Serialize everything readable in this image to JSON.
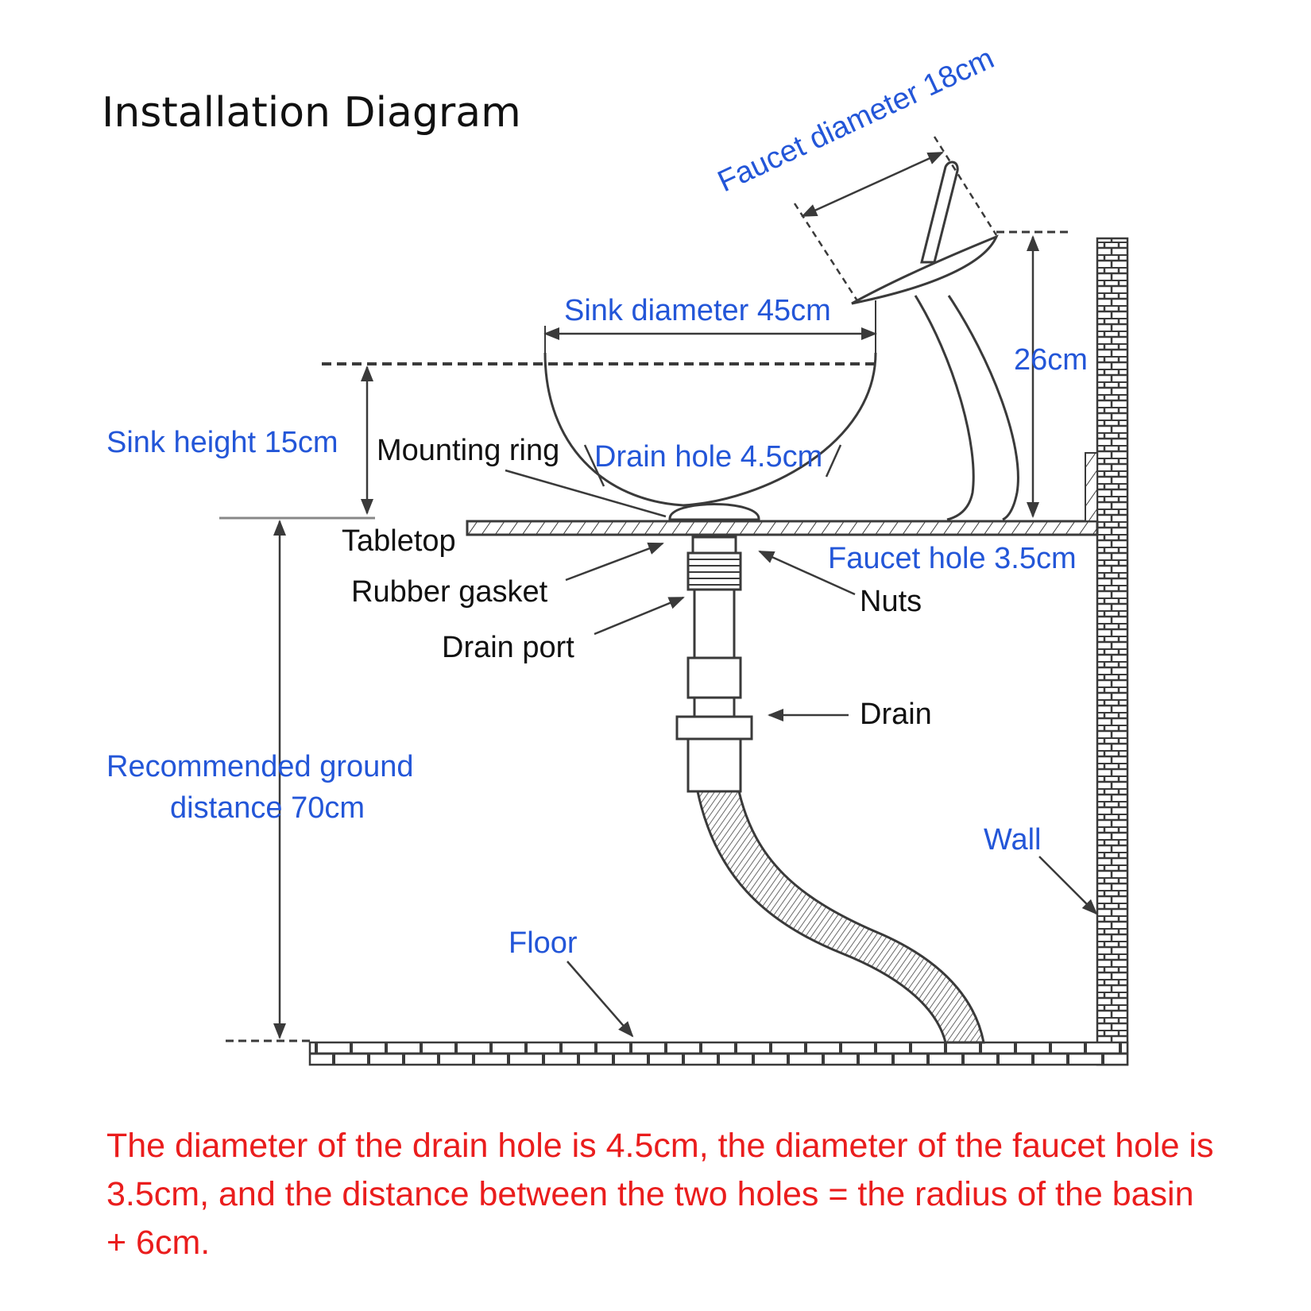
{
  "title": "Installation Diagram",
  "labels": {
    "faucet_diameter": "Faucet diameter 18cm",
    "sink_diameter": "Sink diameter 45cm",
    "faucet_height": "26cm",
    "sink_height": "Sink height 15cm",
    "mounting_ring": "Mounting ring",
    "drain_hole": "Drain hole 4.5cm",
    "tabletop": "Tabletop",
    "faucet_hole": "Faucet hole 3.5cm",
    "rubber_gasket": "Rubber gasket",
    "nuts": "Nuts",
    "drain_port": "Drain port",
    "drain": "Drain",
    "ground_distance_line1": "Recommended ground",
    "ground_distance_line2": "distance 70cm",
    "wall": "Wall",
    "floor": "Floor"
  },
  "note": "The diameter of the drain hole is 4.5cm, the diameter of the faucet hole is 3.5cm, and the distance between the two holes = the radius of the basin + 6cm.",
  "colors": {
    "dimension_text": "#2356d8",
    "part_text": "#111111",
    "note_text": "#ea1d1d",
    "line": "#3a3a3a"
  }
}
